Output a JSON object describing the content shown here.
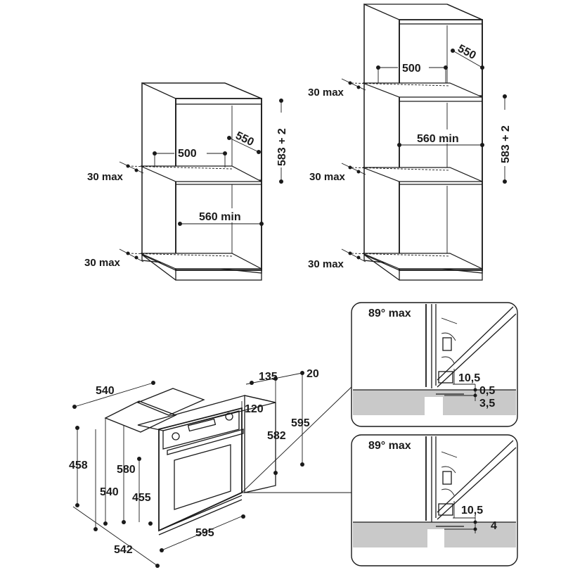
{
  "cabinet_left": {
    "width_label": "500",
    "depth_label": "550",
    "height_label": "583 + 2",
    "min_label": "560 min",
    "max_top_label": "30 max",
    "max_bottom_label": "30 max"
  },
  "cabinet_right": {
    "width_label": "500",
    "depth_label": "550",
    "height_label": "583 + 2",
    "min_label": "560 min",
    "max_upper_label": "30 max",
    "max_middle_label": "30 max",
    "max_bottom_label": "30 max"
  },
  "oven": {
    "depth_top": "540",
    "top_135": "135",
    "top_20": "20",
    "panel_120": "120",
    "height_582": "582",
    "height_595": "595",
    "height_458": "458",
    "height_580": "580",
    "depth_540": "540",
    "height_455": "455",
    "width_595": "595",
    "depth_542": "542"
  },
  "detail_top": {
    "angle_label": "89° max",
    "gap_label": "10,5",
    "offset_a": "0,5",
    "offset_b": "3,5"
  },
  "detail_bottom": {
    "angle_label": "89° max",
    "gap_label": "10,5",
    "offset": "4"
  }
}
